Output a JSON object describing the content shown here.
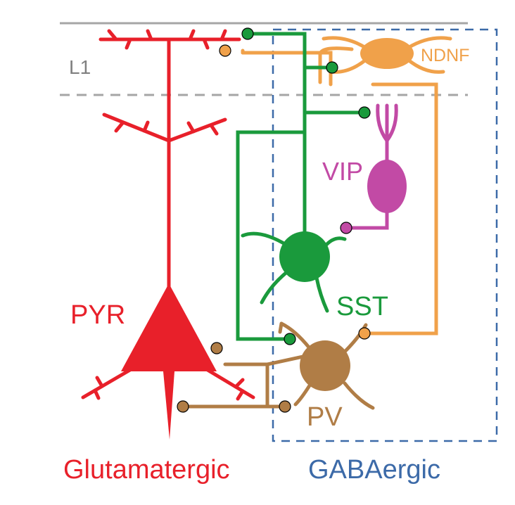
{
  "labels": {
    "layer": "L1",
    "pyr": "PYR",
    "ndnf": "NDNF",
    "vip": "VIP",
    "sst": "SST",
    "pv": "PV",
    "glutamatergic": "Glutamatergic",
    "gabaergic": "GABAergic"
  },
  "colors": {
    "pyr": "#e8202a",
    "sst": "#1a9a3c",
    "ndnf": "#f0a14a",
    "vip": "#c24aa5",
    "pv": "#b07d46",
    "gaba_box": "#3c6aa8",
    "layer_line": "#a6a6a6",
    "layer_text": "#808080"
  }
}
